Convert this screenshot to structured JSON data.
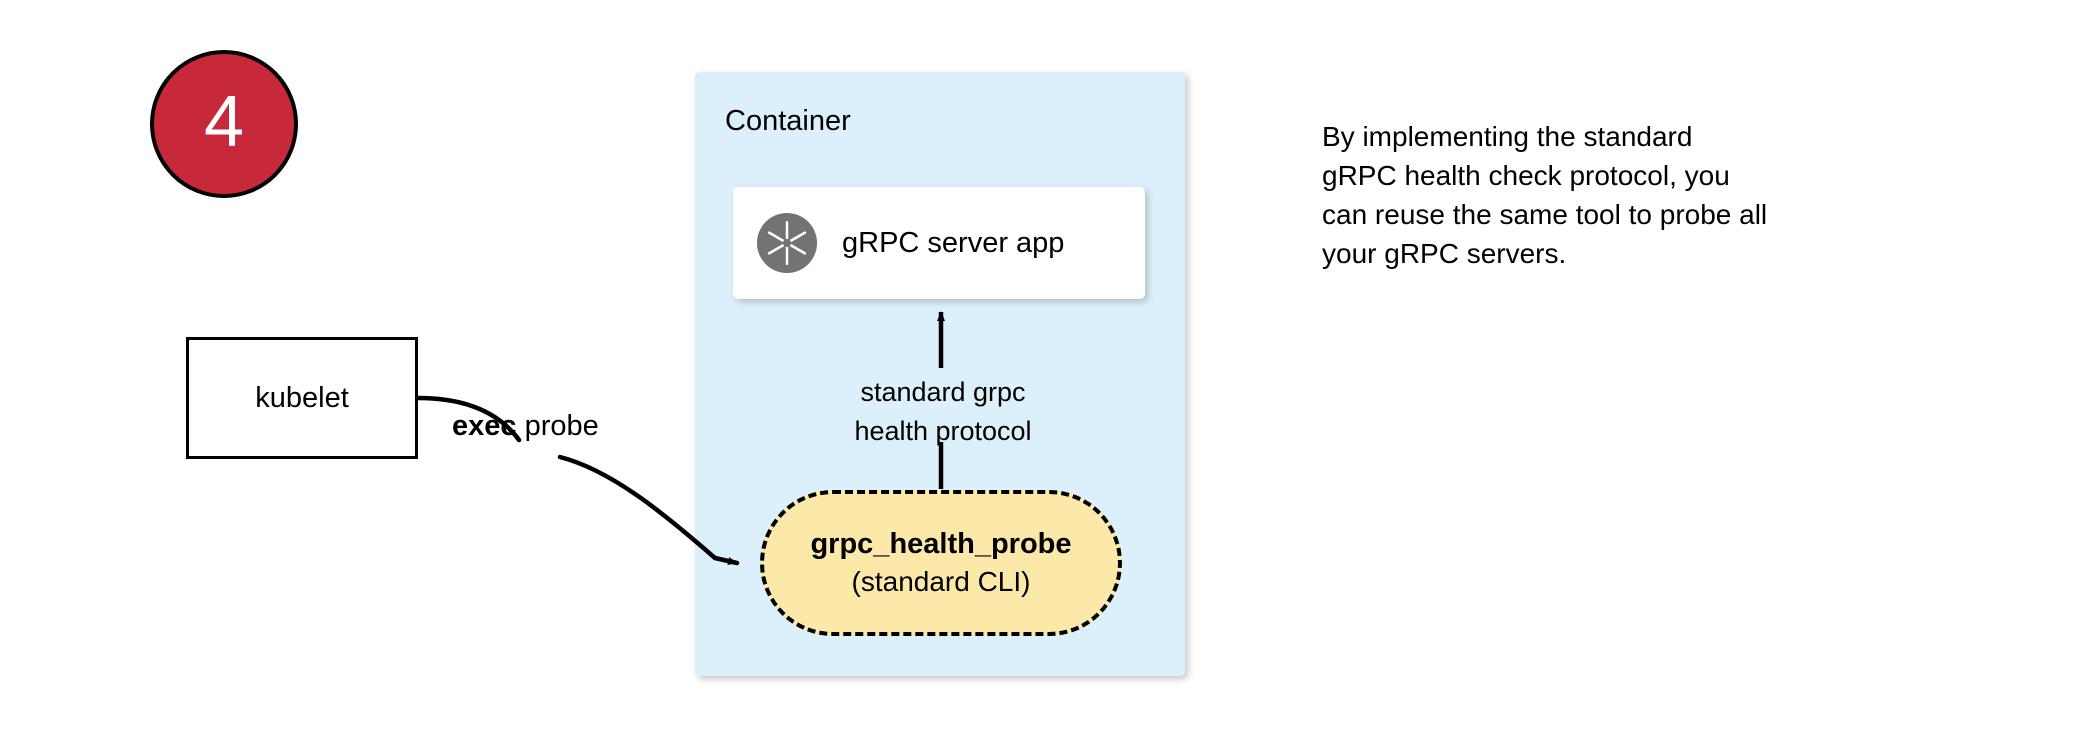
{
  "step": {
    "number": "4"
  },
  "nodes": {
    "kubelet": {
      "label": "kubelet"
    },
    "container": {
      "title": "Container"
    },
    "server_app": {
      "label": "gRPC server app",
      "icon": "grpc-aperture-icon"
    },
    "probe": {
      "title": "grpc_health_probe",
      "subtitle": "(standard CLI)"
    }
  },
  "edges": {
    "exec_probe": {
      "label_bold": "exec",
      "label_rest": " probe"
    },
    "health_protocol": {
      "line1": "standard grpc",
      "line2": "health protocol"
    }
  },
  "annotation": {
    "line1": "By implementing the standard",
    "line2": "gRPC health check protocol, you",
    "line3": "can reuse the same tool to probe all",
    "line4": "your gRPC servers."
  },
  "colors": {
    "badge_fill": "#c8293a",
    "badge_text": "#ffffff",
    "container_fill": "#dcf0fc",
    "probe_fill": "#fce8a8",
    "card_fill": "#ffffff",
    "stroke": "#000000",
    "icon_gray": "#737373"
  }
}
